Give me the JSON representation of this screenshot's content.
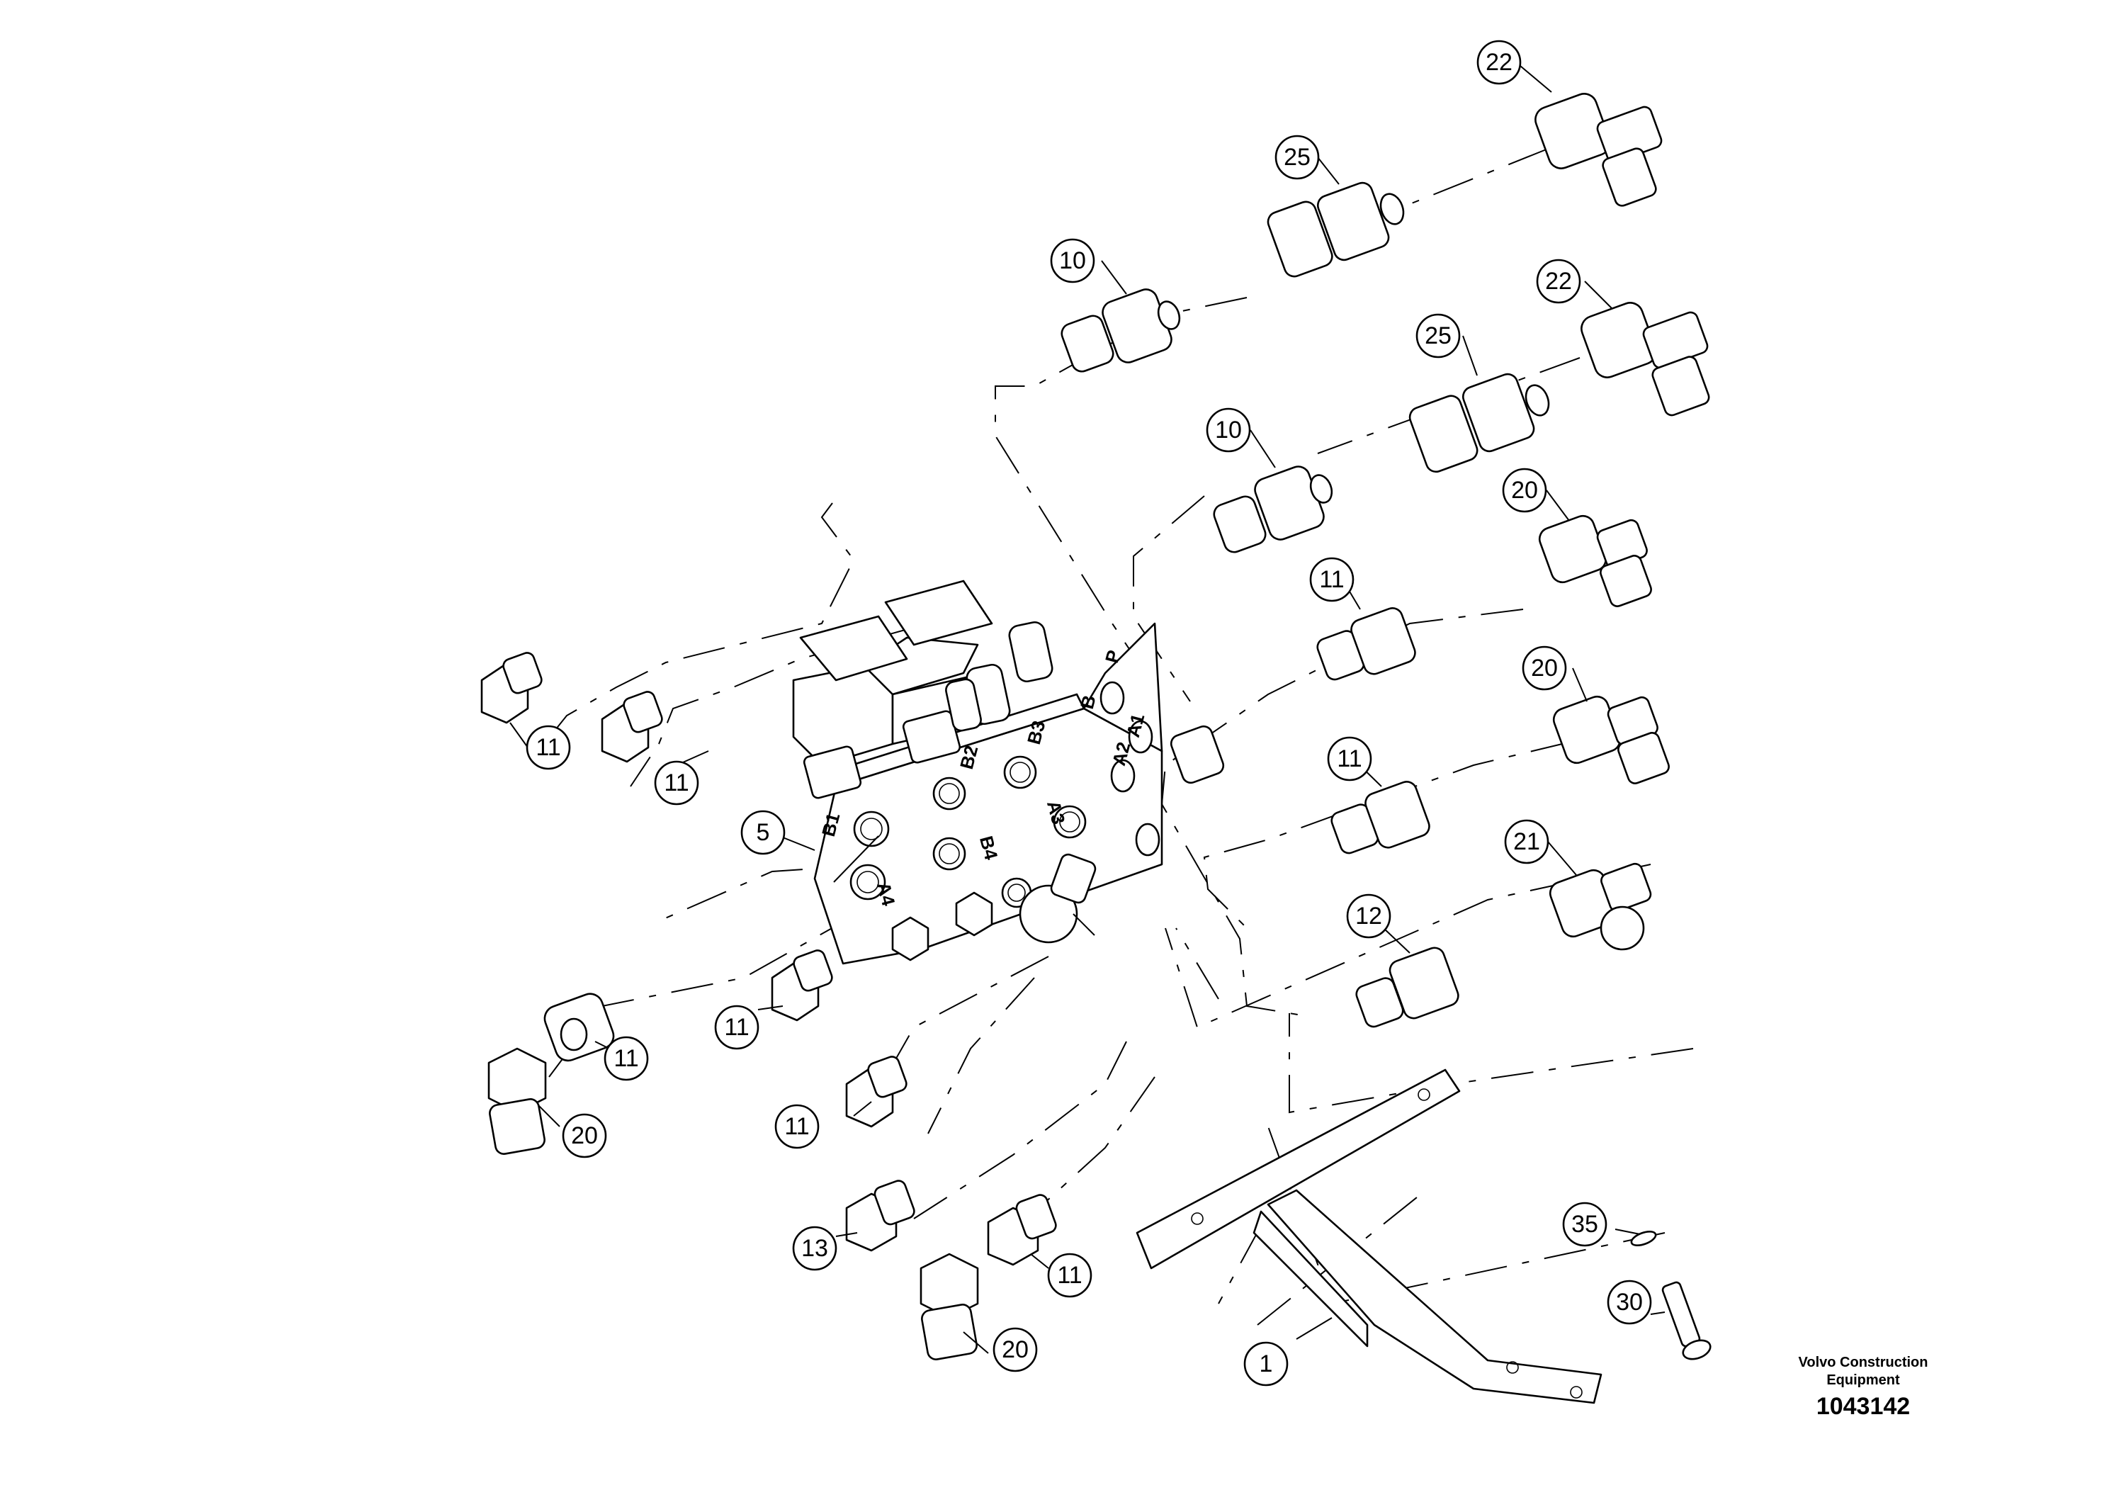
{
  "diagram": {
    "callouts": [
      "22",
      "25",
      "10",
      "22",
      "25",
      "10",
      "20",
      "11",
      "20",
      "11",
      "21",
      "12",
      "11",
      "11",
      "5",
      "11",
      "11",
      "20",
      "11",
      "13",
      "11",
      "20",
      "35",
      "30",
      "1"
    ],
    "port_labels": [
      "B1",
      "B2",
      "B3",
      "A4",
      "B4",
      "A3",
      "A1",
      "A2",
      "B",
      "P"
    ]
  },
  "footer": {
    "brand_line1": "Volvo Construction",
    "brand_line2": "Equipment",
    "drawing_number": "1043142"
  },
  "colors": {
    "ink": "#000000",
    "paper": "#ffffff"
  }
}
